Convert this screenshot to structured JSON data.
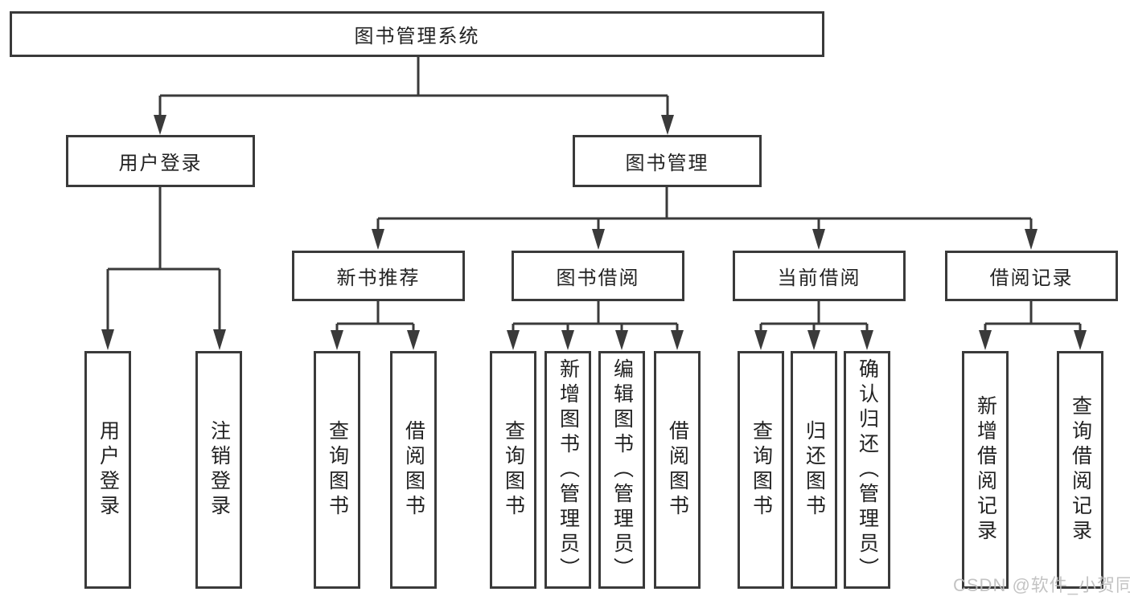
{
  "tree": {
    "root": {
      "label": "图书管理系统"
    },
    "level2": [
      {
        "label": "用户登录"
      },
      {
        "label": "图书管理"
      }
    ],
    "level3": [
      {
        "label": "新书推荐"
      },
      {
        "label": "图书借阅"
      },
      {
        "label": "当前借阅"
      },
      {
        "label": "借阅记录"
      }
    ],
    "leaves": {
      "login": [
        "用户登录",
        "注销登录"
      ],
      "newbook": [
        "查询图书",
        "借阅图书"
      ],
      "borrow": [
        "查询图书",
        "新增图书（管理员）",
        "编辑图书（管理员）",
        "借阅图书"
      ],
      "current": [
        "查询图书",
        "归还图书",
        "确认归还（管理员）"
      ],
      "records": [
        "新增借阅记录",
        "查询借阅记录"
      ]
    }
  },
  "watermark": {
    "text": "CSDN @软件_小贺同学"
  },
  "colors": {
    "line": "#3a3a3a",
    "text": "#222222",
    "watermark": "#bdbdbd",
    "background": "#ffffff"
  }
}
